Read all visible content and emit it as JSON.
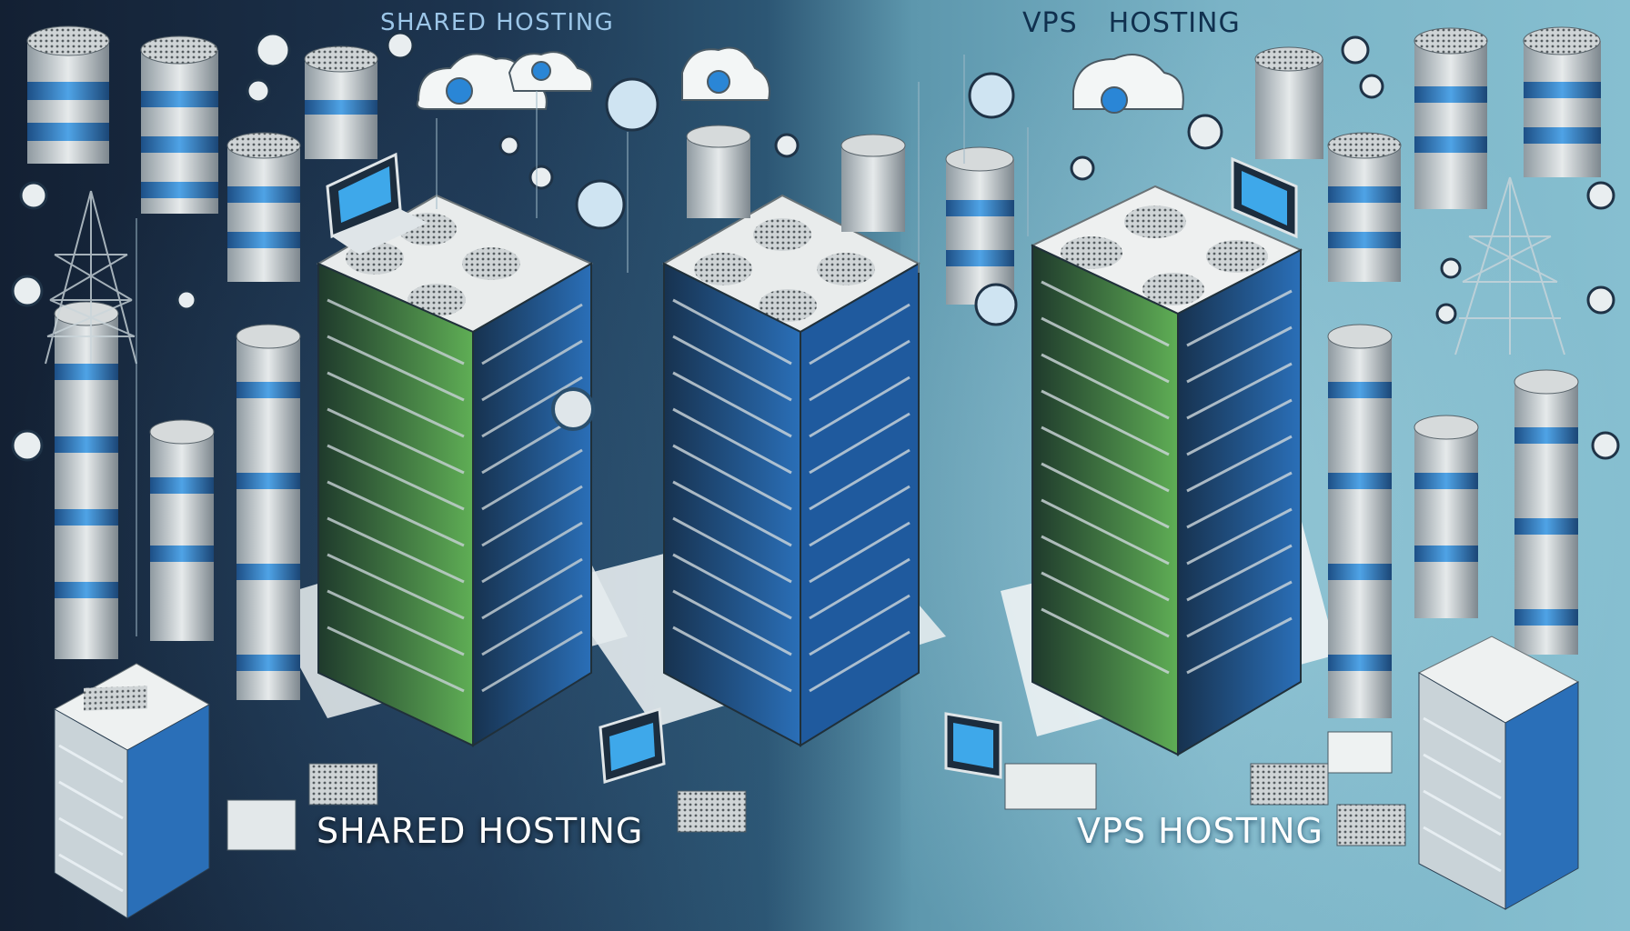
{
  "image": {
    "palette": {
      "left_background": "#1a2c44",
      "right_background": "#7fb8c9",
      "server_top": "#e9ecec",
      "server_blue": "#2b7fd0",
      "server_green": "#6cc05a",
      "label_white": "#ffffff",
      "top_left_label": "#9cc6e8",
      "top_right_label": "#10304e"
    }
  },
  "labels": {
    "top_left": "SHARED HOSTING",
    "top_right_word1": "VPS",
    "top_right_word2": "HOSTING",
    "bottom_left": "SHARED HOSTING",
    "bottom_right": "VPS HOSTING"
  },
  "icons": [
    "server-tower-icon",
    "database-stack-icon",
    "cloud-icon",
    "laptop-icon",
    "network-node-icon",
    "antenna-tower-icon"
  ]
}
